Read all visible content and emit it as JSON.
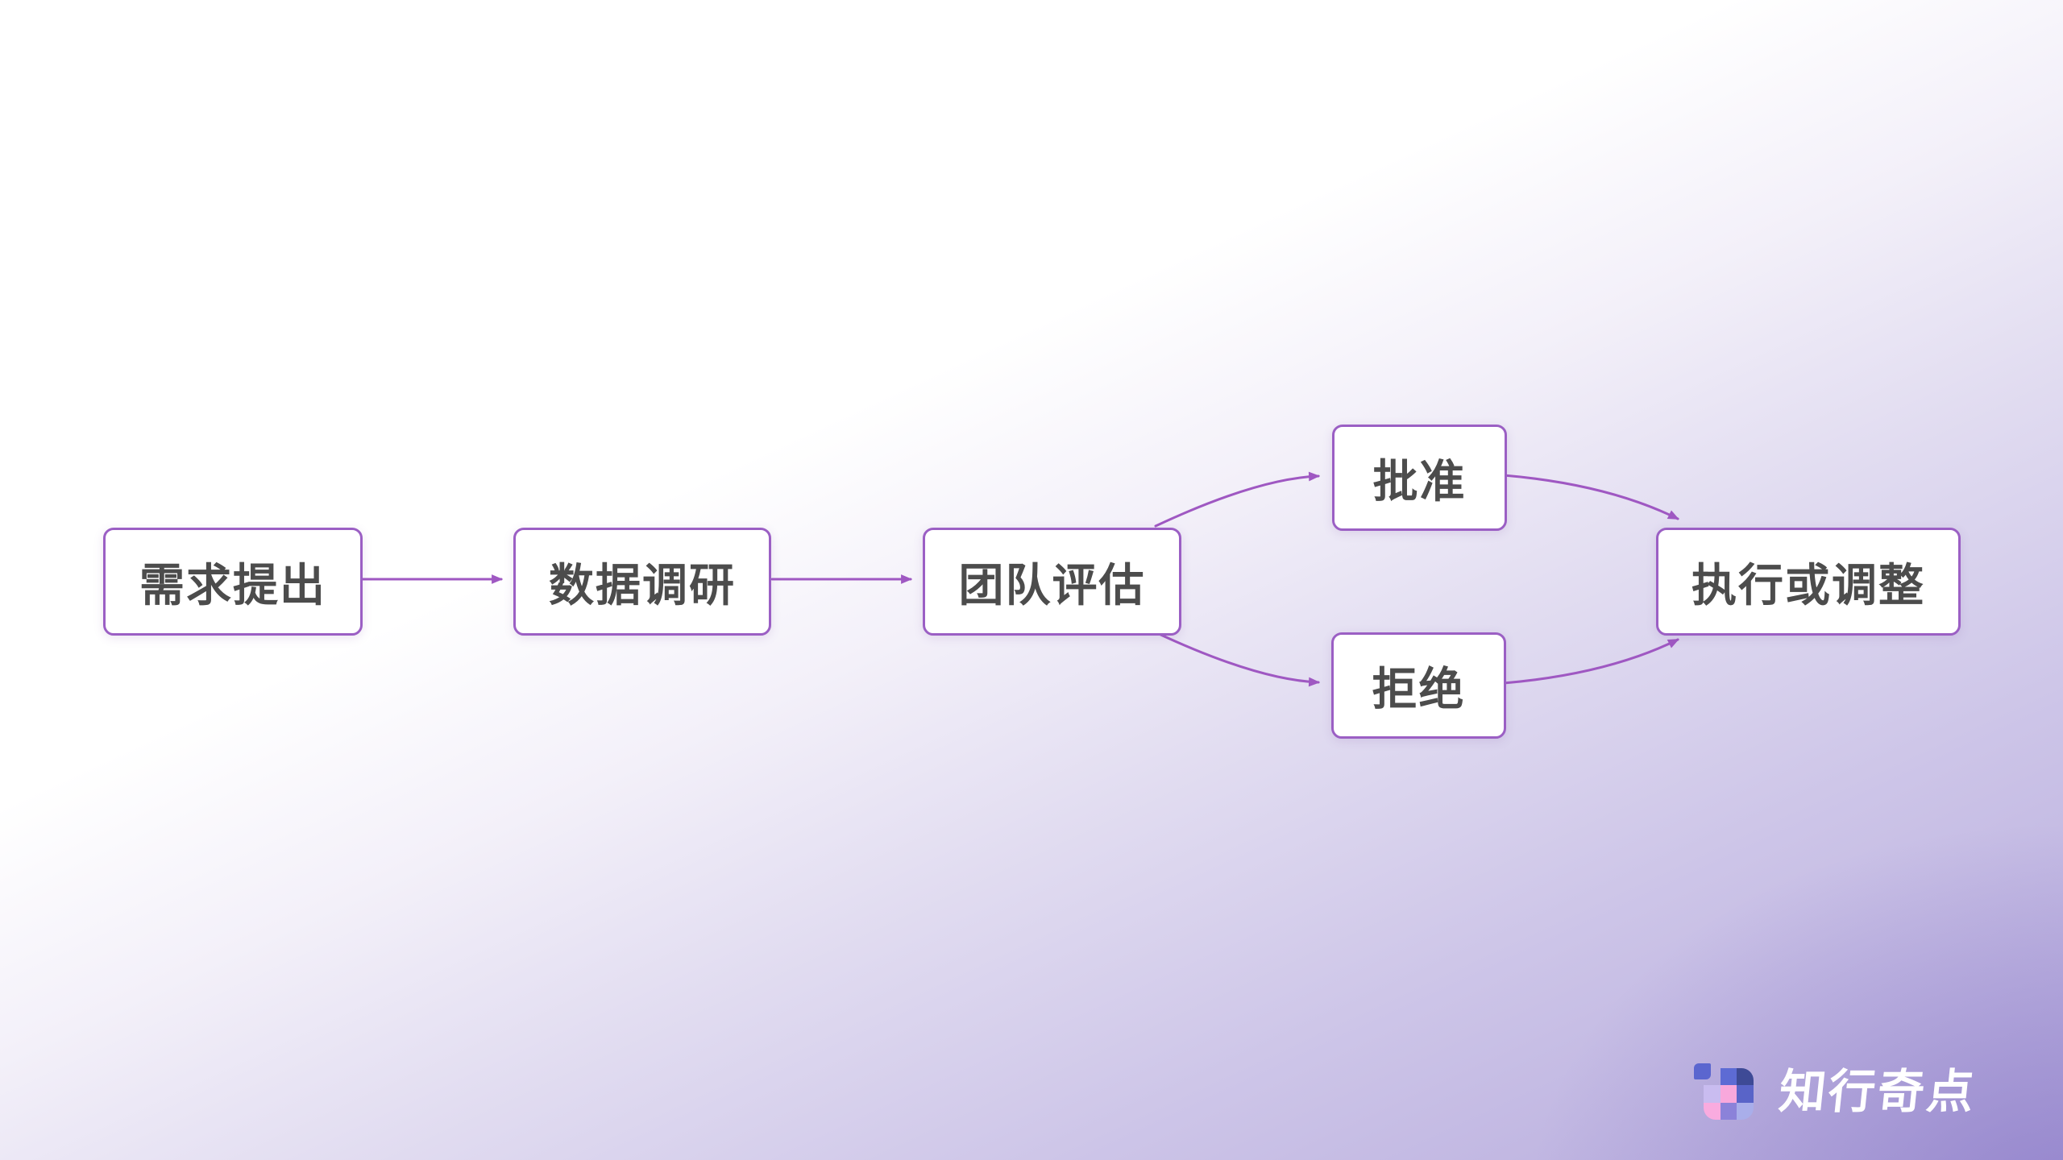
{
  "flowchart": {
    "nodes": [
      {
        "id": "demand",
        "label": "需求提出"
      },
      {
        "id": "research",
        "label": "数据调研"
      },
      {
        "id": "evaluate",
        "label": "团队评估"
      },
      {
        "id": "approve",
        "label": "批准"
      },
      {
        "id": "reject",
        "label": "拒绝"
      },
      {
        "id": "execute",
        "label": "执行或调整"
      }
    ],
    "edges": [
      {
        "from": "需求提出",
        "to": "数据调研"
      },
      {
        "from": "数据调研",
        "to": "团队评估"
      },
      {
        "from": "团队评估",
        "to": "批准"
      },
      {
        "from": "团队评估",
        "to": "拒绝"
      },
      {
        "from": "批准",
        "to": "执行或调整"
      },
      {
        "from": "拒绝",
        "to": "执行或调整"
      }
    ],
    "colors": {
      "node_border": "#9b5fc4",
      "node_background": "#ffffff",
      "node_text": "#4c4c4c",
      "arrow": "#9f58c2"
    }
  },
  "watermark": {
    "brand_text": "知行奇点",
    "text_color": "#ffffff",
    "icon_colors": {
      "detached_square": "#5b66cf",
      "top_mid": "#5d6bd4",
      "top_right": "#3e4a96",
      "mid_left": "#c9bcf0",
      "mid_center": "#f8a8dc",
      "mid_right": "#5964c8",
      "bottom_left": "#f9abdf",
      "bottom_center": "#8b82d9",
      "bottom_right": "#a9aeea"
    }
  },
  "background": {
    "top": "#ffffff",
    "bottom_left": "#dcd8ee",
    "bottom_center": "#c7bfe6",
    "bottom_right_corner": "#9a8dce"
  }
}
